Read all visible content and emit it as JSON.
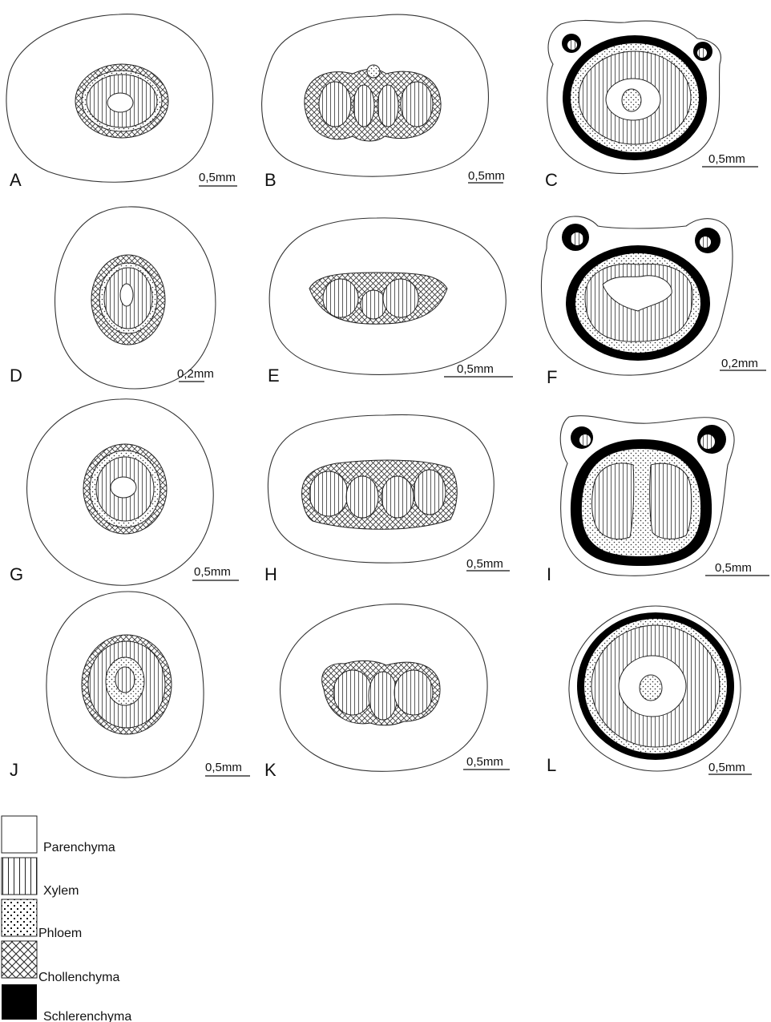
{
  "panels": [
    {
      "label": "A",
      "scale": "0,5mm"
    },
    {
      "label": "B",
      "scale": "0,5mm"
    },
    {
      "label": "C",
      "scale": "0,5mm"
    },
    {
      "label": "D",
      "scale": "0,2mm"
    },
    {
      "label": "E",
      "scale": "0,5mm"
    },
    {
      "label": "F",
      "scale": "0,2mm"
    },
    {
      "label": "G",
      "scale": "0,5mm"
    },
    {
      "label": "H",
      "scale": "0,5mm"
    },
    {
      "label": "I",
      "scale": "0,5mm"
    },
    {
      "label": "J",
      "scale": "0,5mm"
    },
    {
      "label": "K",
      "scale": "0,5mm"
    },
    {
      "label": "L",
      "scale": "0,5mm"
    }
  ],
  "legend": [
    {
      "pattern": "parenchyma",
      "label": "Parenchyma"
    },
    {
      "pattern": "xylem",
      "label": "Xylem"
    },
    {
      "pattern": "phloem",
      "label": "Phloem"
    },
    {
      "pattern": "collenchyma",
      "label": "Chollenchyma"
    },
    {
      "pattern": "sclerenchyma",
      "label": "Schlerenchyma"
    }
  ],
  "colors": {
    "line": "#222222",
    "background": "#ffffff",
    "sclerenchyma": "#000000"
  }
}
